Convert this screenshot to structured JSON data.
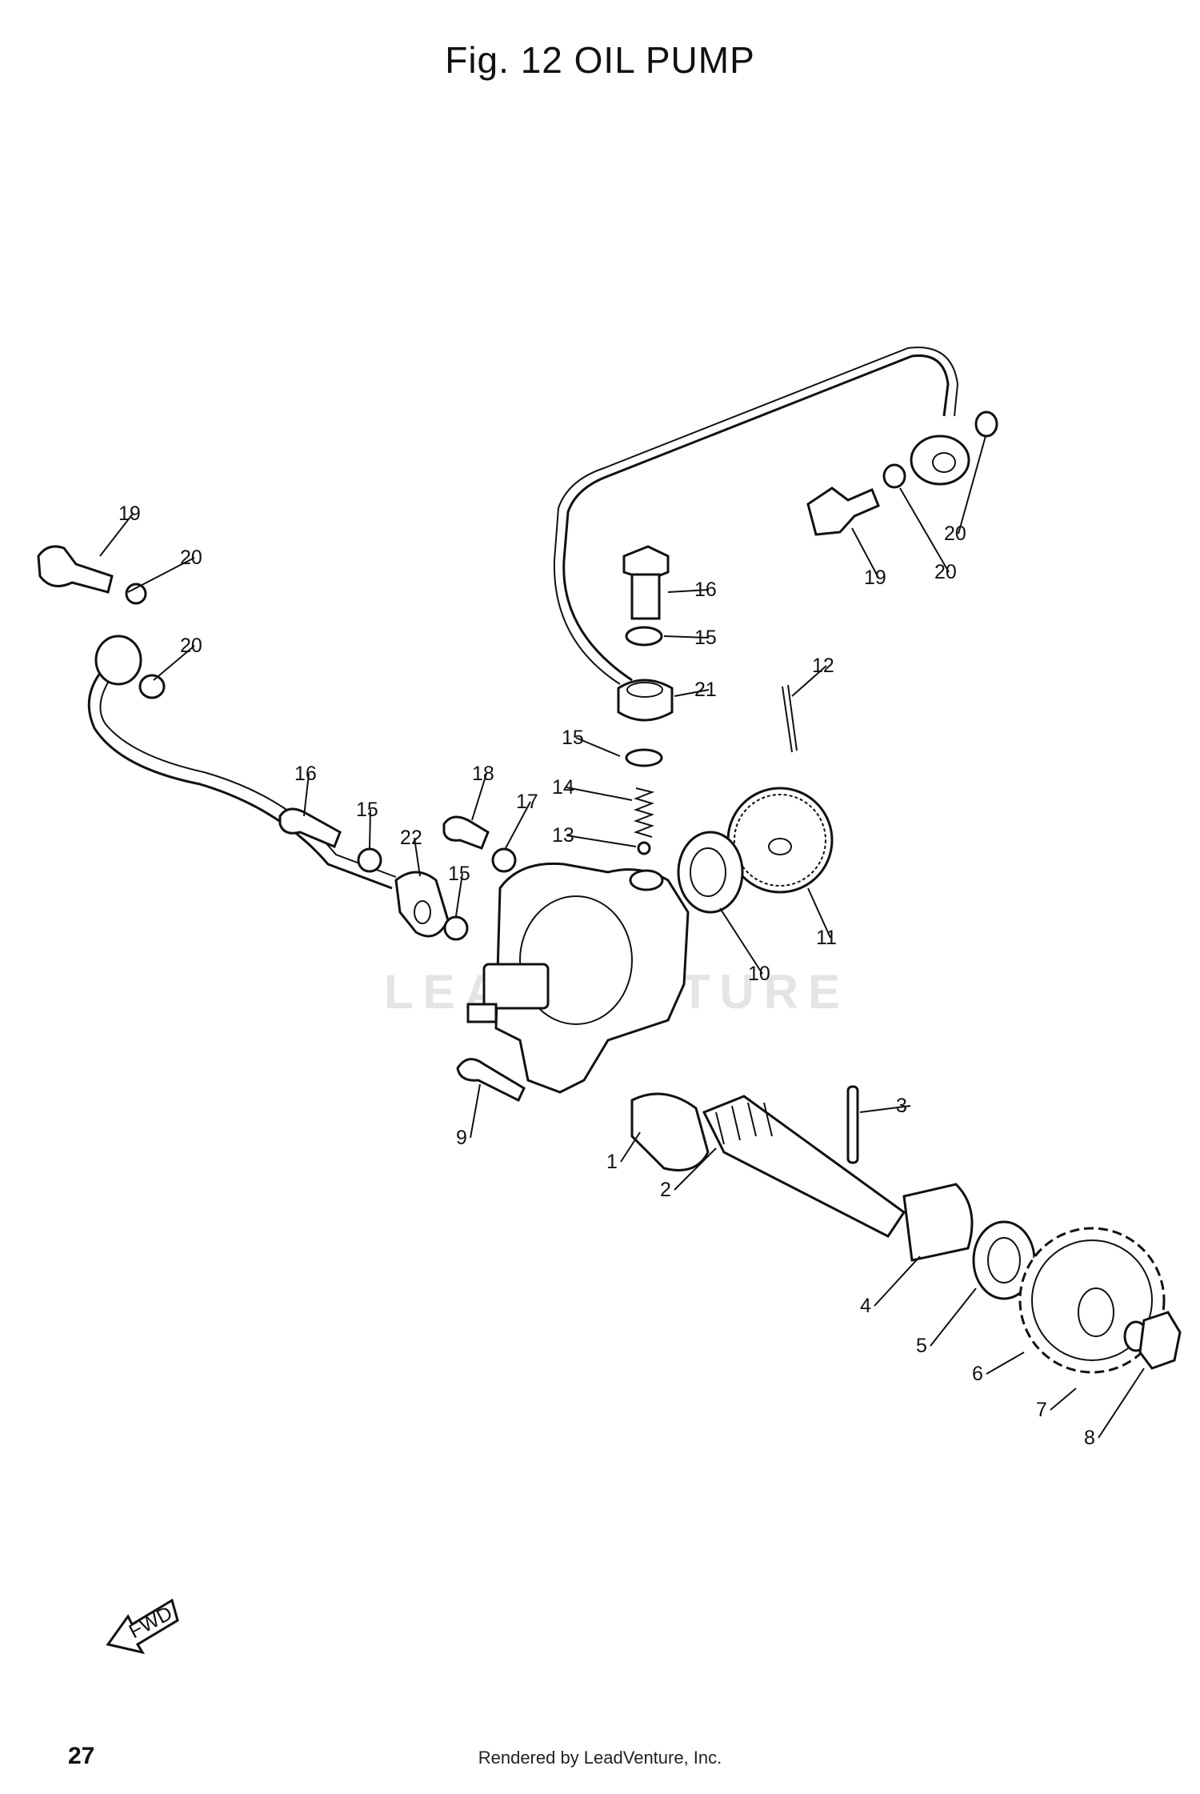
{
  "title": "Fig. 12 OIL PUMP",
  "watermark": "LEADVENTURE",
  "page_number": "27",
  "footer": "Rendered by LeadVenture, Inc.",
  "fwd_label": "FWD",
  "callouts": [
    "19",
    "20",
    "20",
    "16",
    "15",
    "21",
    "15",
    "14",
    "13",
    "12",
    "11",
    "10",
    "16",
    "15",
    "18",
    "17",
    "22",
    "15",
    "9",
    "1",
    "2",
    "3",
    "4",
    "5",
    "6",
    "7",
    "8",
    "20",
    "20",
    "19"
  ]
}
